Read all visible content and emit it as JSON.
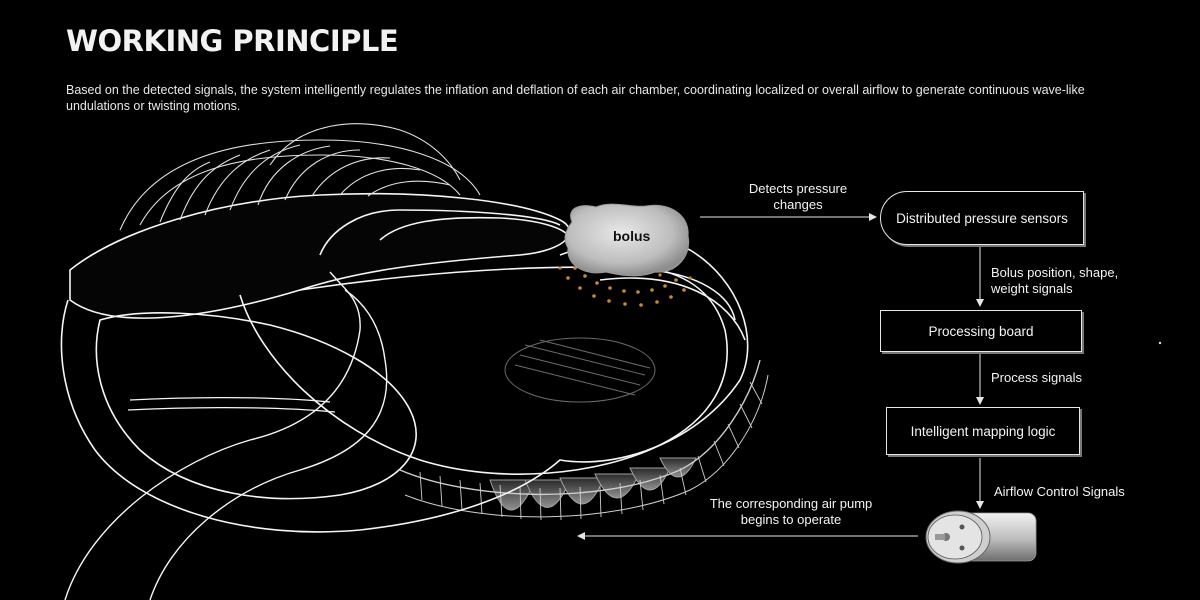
{
  "header": {
    "title": "WORKING PRINCIPLE",
    "description": "Based on the detected signals, the system intelligently regulates the inflation and deflation of each air chamber, coordinating localized or overall airflow to generate continuous wave-like undulations or twisting motions."
  },
  "illustration": {
    "bolus_label": "bolus"
  },
  "flow": {
    "arrow_detect_label": "Detects pressure changes",
    "box_sensors": "Distributed pressure sensors",
    "arrow_signals_label": "Bolus position, shape, weight signals",
    "box_processing": "Processing board",
    "arrow_process_label": "Process signals",
    "box_mapping": "Intelligent mapping logic",
    "arrow_airflow_label": "Airflow Control Signals",
    "arrow_pump_label": "The corresponding air pump begins to operate"
  },
  "colors": {
    "background": "#000000",
    "line": "#ffffff",
    "sensor_dots": "#c8873a"
  },
  "icons": [
    "air-pump-icon"
  ]
}
